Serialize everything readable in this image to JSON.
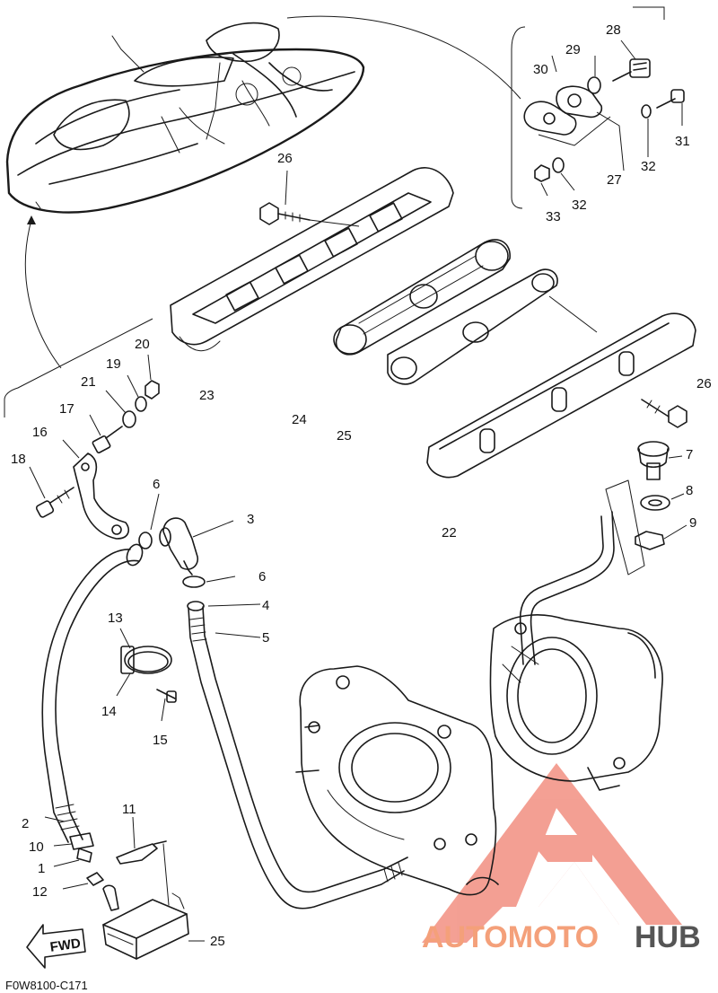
{
  "diagram": {
    "drawing_code": "F0W8100-C171",
    "direction_label": "FWD",
    "callouts": [
      "1",
      "2",
      "3",
      "4",
      "5",
      "6",
      "6",
      "7",
      "8",
      "9",
      "10",
      "11",
      "12",
      "13",
      "14",
      "15",
      "16",
      "17",
      "18",
      "19",
      "20",
      "21",
      "22",
      "23",
      "24",
      "25",
      "25",
      "26",
      "26",
      "27",
      "28",
      "29",
      "30",
      "31",
      "32",
      "32",
      "33"
    ]
  },
  "watermark": {
    "part1": "AUTOMOTO",
    "part2": "HUB",
    "color_light": "#f4a07a",
    "color_dark": "#555555",
    "logo_color": "#f08070"
  }
}
